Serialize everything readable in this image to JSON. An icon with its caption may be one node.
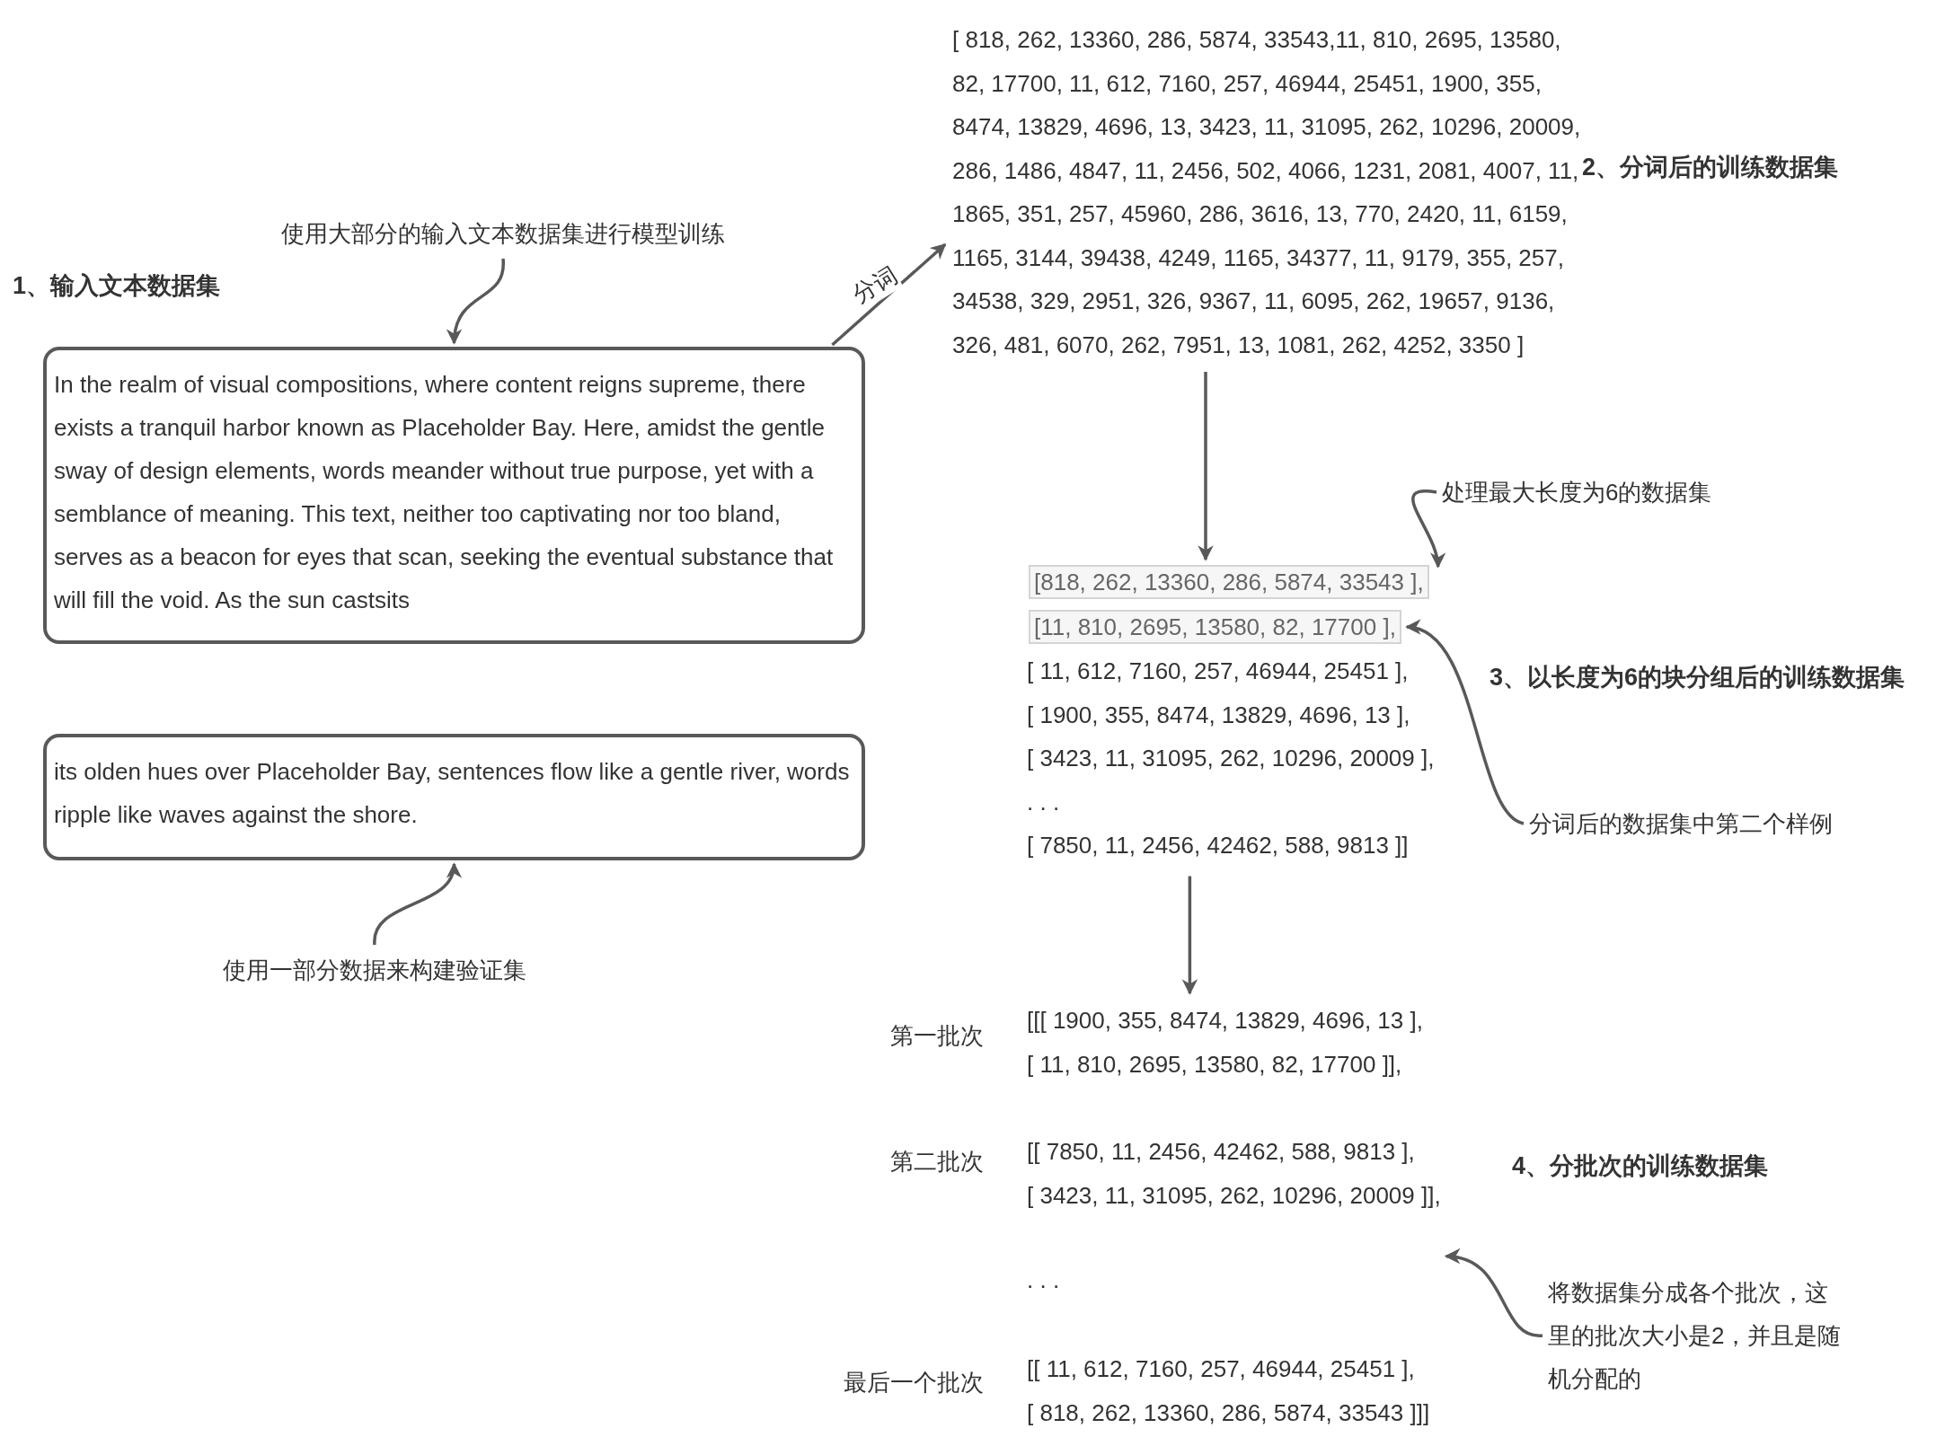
{
  "diagram": {
    "nodes": [
      {
        "text": [
          "In the realm of visual compositions, where content reigns supreme, there exists a tranquil harbor known as Placeholder Bay. Here, amidst the gentle sway of design elements, words meander without true purpose, yet with a semblance of meaning. This text, neither too captivating nor too bland, serves as a beacon for eyes that scan, seeking the eventual substance that will fill the void. As the sun castsits"
        ]
      },
      {
        "text": [
          "its olden hues over Placeholder Bay, sentences flow like a gentle river, words ripple like waves against the shore."
        ]
      },
      {
        "text": [
          "使用大部分的输入文本数据集进行模型训练"
        ]
      },
      {
        "text": [
          "使用一部分数据来构建验证集"
        ]
      },
      {
        "text": [
          "[ 818, 262, 13360, 286, 5874, 33543,11, 810, 2695, 13580, 82, 17700, 11, 612, 7160, 257, 46944, 25451, 1900, 355, 8474, 13829, 4696, 13, 3423, 11, 31095, 262, 10296, 20009, 286, 1486, 4847, 11, 2456, 502, 4066, 1231, 2081, 4007, 11, 1865, 351, 257, 45960, 286, 3616, 13, 770, 2420, 11, 6159, 1165, 3144, 39438, 4249, 1165, 34377, 11, 9179, 355, 257, 34538, 329, 2951, 326, 9367, 11, 6095, 262, 19657, 9136, 326, 481, 6070, 262, 7951, 13, 1081, 262, 4252, 3350 ]"
        ]
      },
      {
        "text": [
          "[818, 262, 13360, 286, 5874, 33543 ],"
        ]
      },
      {
        "text": [
          "[11, 810, 2695, 13580, 82, 17700 ],"
        ]
      },
      {
        "text": [
          "[ 11, 612, 7160, 257, 46944, 25451 ],",
          "[ 1900, 355, 8474, 13829, 4696, 13 ],",
          "[ 3423, 11, 31095, 262, 10296, 20009 ],",
          ". . .",
          "[ 7850, 11, 2456, 42462, 588, 9813 ]]"
        ]
      },
      {
        "text": [
          "处理最大长度为6的数据集"
        ]
      },
      {
        "text": [
          "分词后的数据集中第二个样例"
        ]
      },
      {
        "text": [
          "[[[ 1900, 355, 8474, 13829, 4696, 13 ],",
          "[ 11, 810, 2695, 13580, 82, 17700 ]],"
        ],
        "beside": [
          "第一批次"
        ]
      },
      {
        "text": [
          "[[ 7850, 11, 2456, 42462, 588, 9813 ],",
          "[ 3423, 11, 31095, 262, 10296, 20009 ]],"
        ],
        "beside": [
          "第二批次"
        ]
      },
      {
        "text": [
          "[[ 11, 612, 7160, 257, 46944, 25451 ],",
          "[ 818, 262, 13360, 286, 5874, 33543 ]]]"
        ],
        "beside": [
          "最后一个批次"
        ]
      },
      {
        "text": [
          "将数据集分成各个批次，这里的批次大小是2，并且是随机分配的"
        ]
      }
    ],
    "edges": [
      {
        "from": 2,
        "to": 0,
        "arrow": "to"
      },
      {
        "from": 3,
        "to": 1,
        "arrow": "to"
      },
      {
        "from": 0,
        "to": 4,
        "arrow": "to",
        "label": "分词"
      },
      {
        "from": 4,
        "to": 5,
        "arrow": "to"
      },
      {
        "from": 8,
        "to": 5,
        "arrow": "to"
      },
      {
        "from": 9,
        "to": 6,
        "arrow": "to"
      },
      {
        "from": 7,
        "to": 10,
        "arrow": "to"
      },
      {
        "from": 13,
        "to": 11,
        "arrow": "to"
      }
    ],
    "labels": [
      "1、输入文本数据集",
      "2、分词后的训练数据集",
      "3、以长度为6的块分组后的训练数据集",
      "4、分批次的训练数据集",
      ". . ."
    ]
  }
}
